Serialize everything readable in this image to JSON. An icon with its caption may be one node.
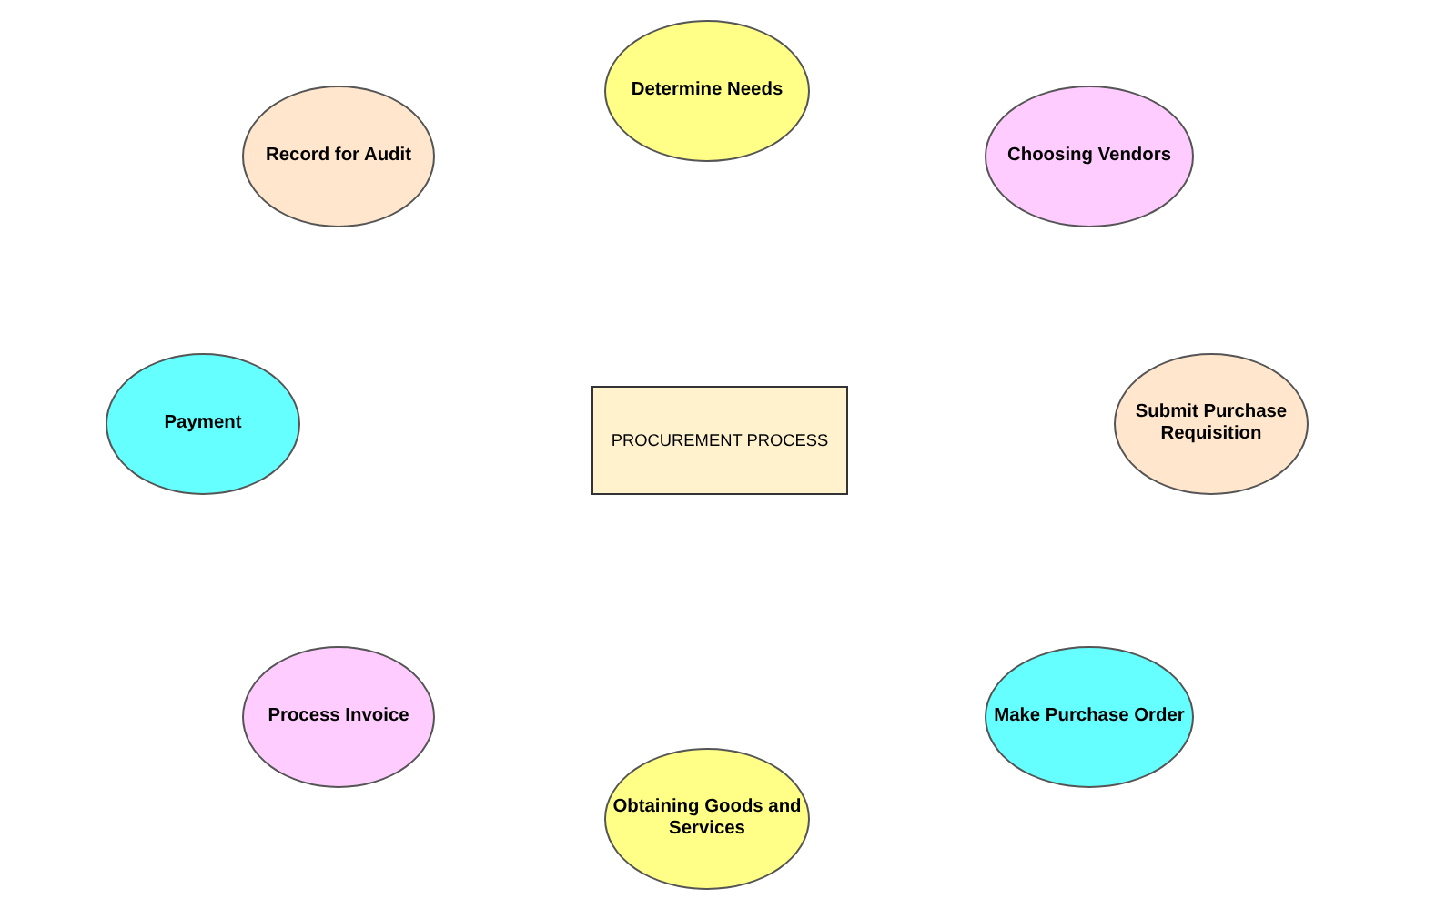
{
  "diagram": {
    "nodes": [
      {
        "text": [
          "PROCUREMENT PROCESS"
        ]
      },
      {
        "text": [
          "Determine Needs"
        ]
      },
      {
        "text": [
          "Choosing Vendors"
        ]
      },
      {
        "text": [
          "Submit Purchase Requisition"
        ]
      },
      {
        "text": [
          "Make Purchase Order"
        ]
      },
      {
        "text": [
          "Obtaining Goods and Services"
        ]
      },
      {
        "text": [
          "Process Invoice"
        ]
      },
      {
        "text": [
          "Payment"
        ]
      },
      {
        "text": [
          "Record for Audit"
        ]
      }
    ]
  }
}
